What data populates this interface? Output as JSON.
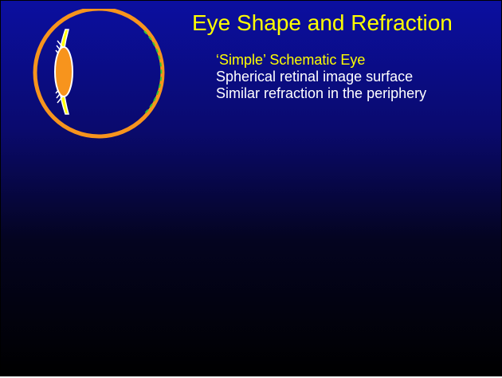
{
  "slide": {
    "title": "Eye Shape and Refraction",
    "bullets": [
      "‘Simple’ Schematic Eye",
      "Spherical retinal image surface",
      "Similar refraction in the periphery"
    ]
  },
  "colors": {
    "background_top": "#0b0fa0",
    "background_bottom": "#000000",
    "title": "#ffff00",
    "highlight_bullet": "#ffff00",
    "bullet": "#ffffff",
    "eyeball_outline": "#f7941d",
    "lens": "#f7941d",
    "cornea": "#ffff00",
    "retinal_surface": "#33cc33"
  }
}
